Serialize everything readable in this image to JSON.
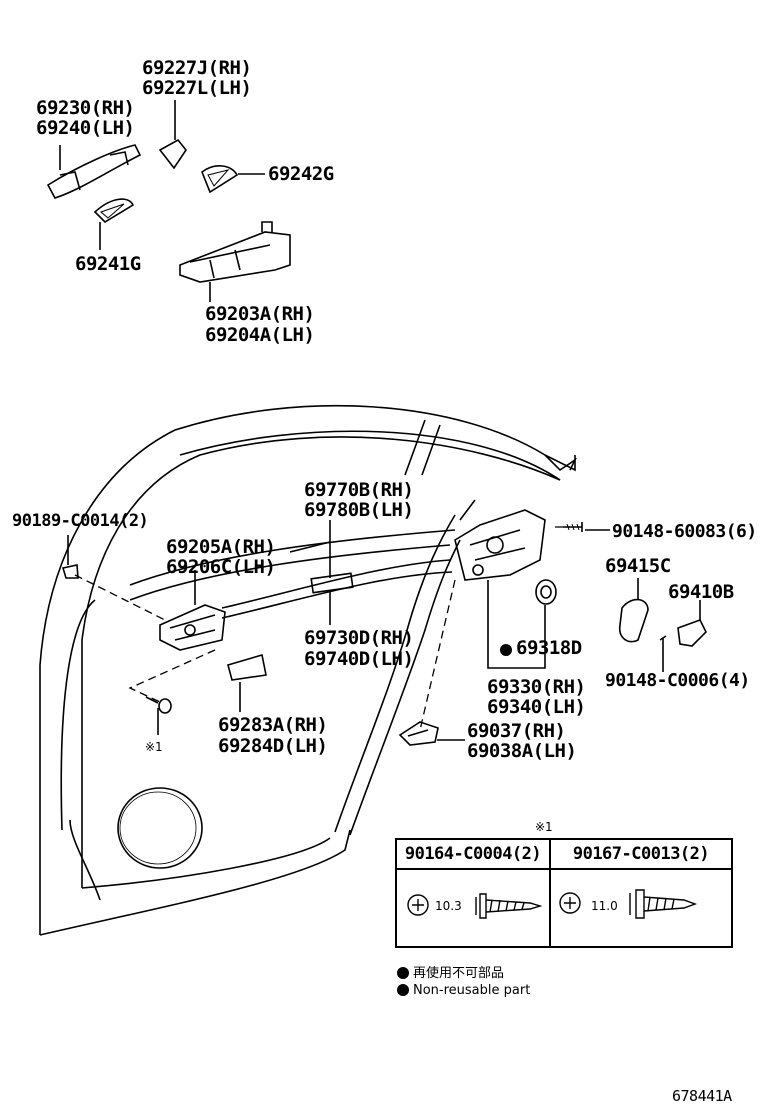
{
  "labels": {
    "p69227_rh": "69227J(RH)",
    "p69227_lh": "69227L(LH)",
    "p69230": "69230(RH)",
    "p69240": "69240(LH)",
    "p69242g": "69242G",
    "p69241g": "69241G",
    "p69203a": "69203A(RH)",
    "p69204a": "69204A(LH)",
    "p69770b": "69770B(RH)",
    "p69780b": "69780B(LH)",
    "p90189": "90189-C0014(2)",
    "p69205a": "69205A(RH)",
    "p69206c": "69206C(LH)",
    "p90148_60083": "90148-60083(6)",
    "p69415c": "69415C",
    "p69410b": "69410B",
    "p69730d": "69730D(RH)",
    "p69740d": "69740D(LH)",
    "p69318d": "69318D",
    "p90148_c0006": "90148-C0006(4)",
    "p69330": "69330(RH)",
    "p69340": "69340(LH)",
    "p69283a": "69283A(RH)",
    "p69284d": "69284D(LH)",
    "p69037": "69037(RH)",
    "p69038a": "69038A(LH)",
    "ref_mark": "※1",
    "ref_mark_top": "※1",
    "drawing_id": "678441A"
  },
  "table": {
    "col1_header": "90164-C0004(2)",
    "col2_header": "90167-C0013(2)",
    "col1_dim": "10.3",
    "col2_dim": "11.0"
  },
  "legend": {
    "jp": "再使用不可部品",
    "en": "Non-reusable part"
  }
}
